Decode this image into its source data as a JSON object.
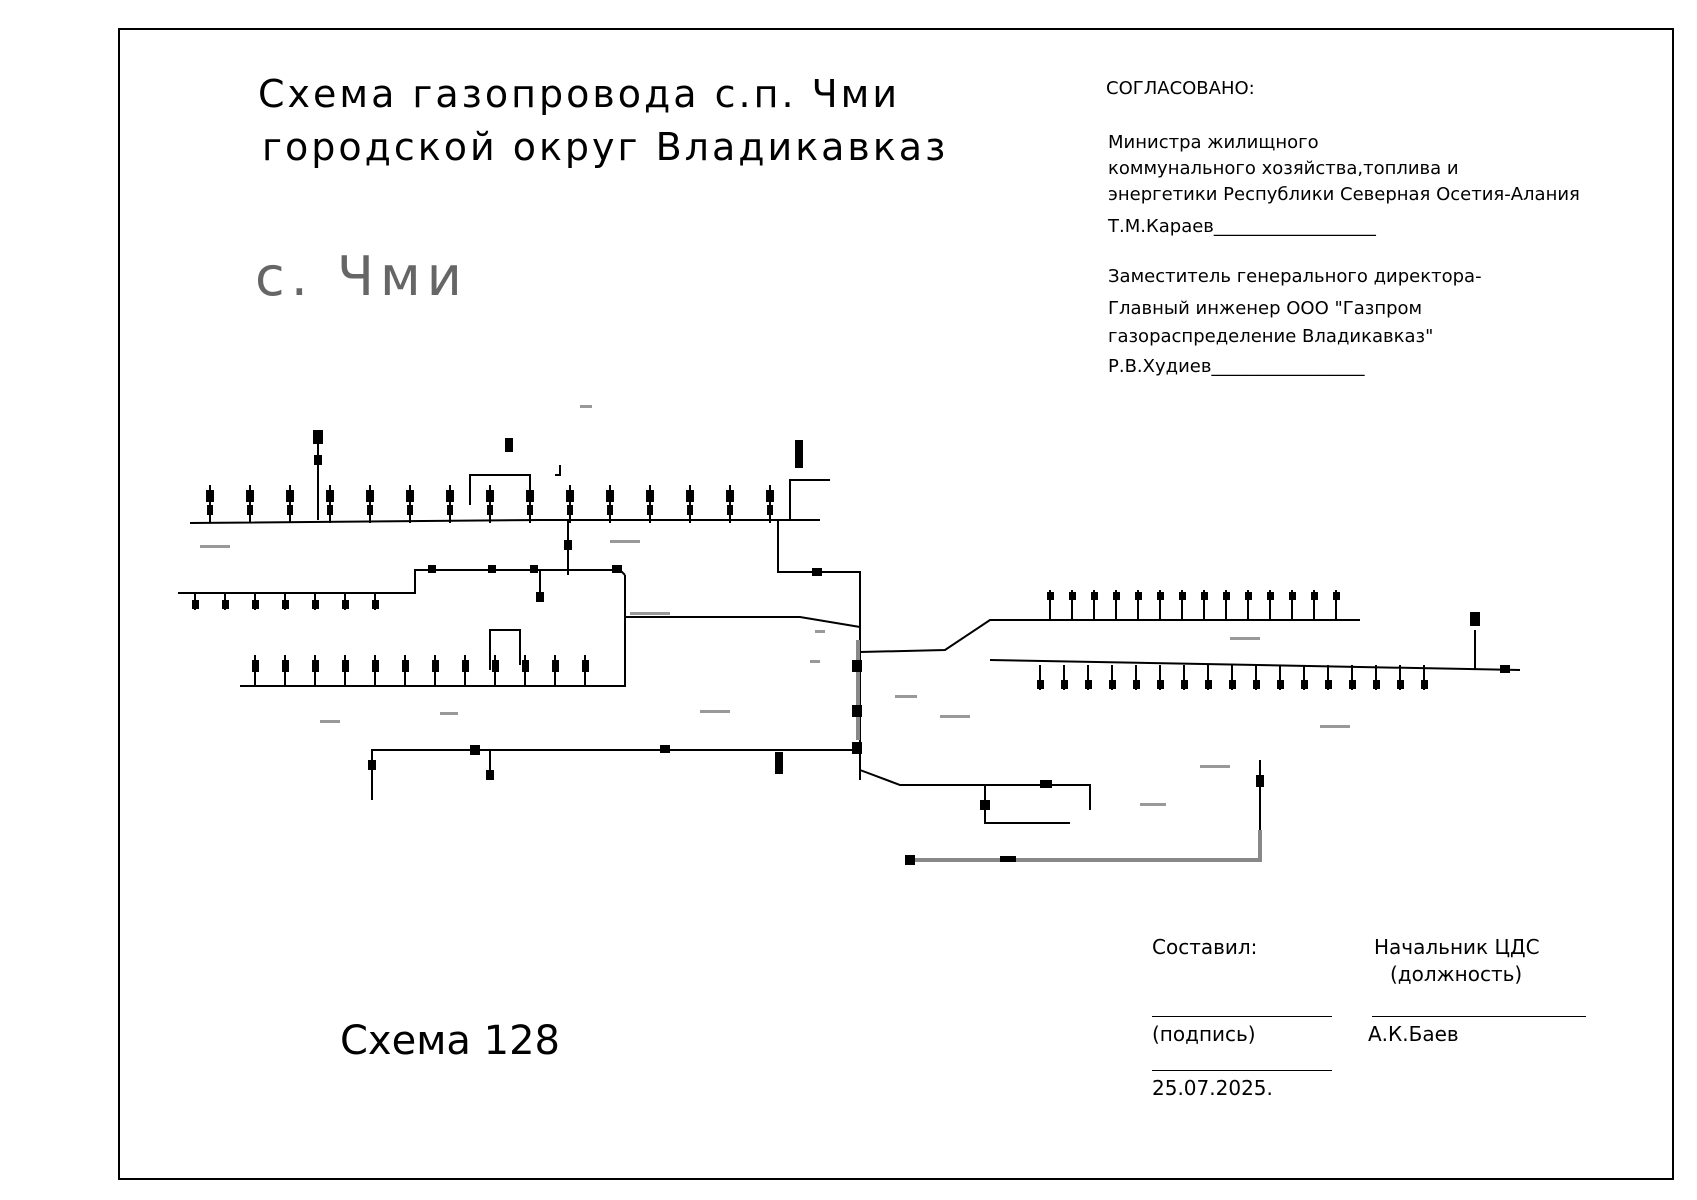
{
  "title": {
    "line1": "Схема газопровода с.п. Чми",
    "line2": "городской округ Владикавказ"
  },
  "village_label": "с. Чми",
  "approval": {
    "header": "СОГЛАСОВАНО:",
    "minister_lines": [
      "Министра жилищного",
      "коммунального  хозяйства,топлива и",
      "энергетики Республики Северная Осетия-Алания"
    ],
    "minister_name": "Т.М.Караев__________________",
    "deputy_lines": [
      "Заместитель генерального директора-",
      "Главный инженер  ООО \"Газпром",
      "газораспределение Владикавказ\""
    ],
    "deputy_name": "Р.В.Худиев_________________"
  },
  "signature": {
    "compiled_label": "Составил:",
    "position_title": "Начальник ЦДС",
    "position_caption": "(должность)",
    "signature_caption": "(подпись)",
    "person_name": "А.К.Баев",
    "date": "25.07.2025."
  },
  "schema_number": "Схема 128",
  "colors": {
    "line": "#000000",
    "pipe_steel": "#888888",
    "village_text": "#666666"
  }
}
